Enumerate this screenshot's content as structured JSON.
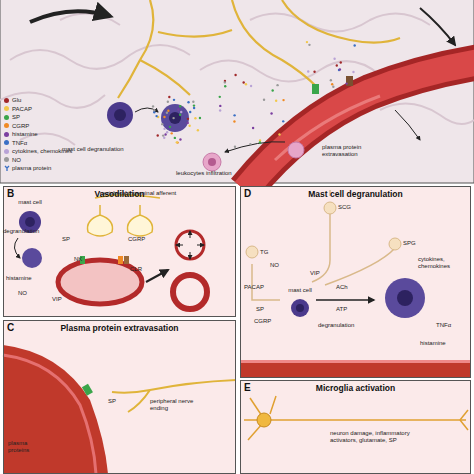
{
  "diagram": {
    "nodes": [
      {
        "text": [
          "B",
          "Vasodilation"
        ]
      },
      {
        "text": [
          "mast cell"
        ],
        "in": 0
      },
      {
        "text": [
          "D",
          "Mast cell degranulation"
        ]
      },
      {
        "text": [
          "mast cell"
        ],
        "in": 2
      },
      {
        "text": [
          "C",
          "Plasma protein extravasation"
        ]
      },
      {
        "text": [
          "E",
          "Microglia activation"
        ]
      }
    ],
    "labels": [
      "mast cell degranulation",
      "leukocytes infiltration",
      "plasma protein extravasation",
      "degranulation",
      "peripheral trigeminal afferent",
      "SP",
      "CGRP",
      "NK",
      "CLR",
      "histamine",
      "NO",
      "VIP",
      "SCG",
      "SPG",
      "TG",
      "NO",
      "PACAP",
      "VIP",
      "SP",
      "CGRP",
      "ACh",
      "ATP",
      "degranulation",
      "cytokines, chemokines",
      "TNFα",
      "histamine",
      "plasma proteins",
      "SP",
      "peripheral nerve ending",
      "neuron damage, inflammatory activators, glutamate, SP"
    ],
    "legend": [
      {
        "text": "Glu",
        "color": "#a0282a"
      },
      {
        "text": "PACAP",
        "color": "#f2c84b"
      },
      {
        "text": "SP",
        "color": "#3aa54a"
      },
      {
        "text": "CGRP",
        "color": "#f08a24"
      },
      {
        "text": "histamine",
        "color": "#7b3fa0"
      },
      {
        "text": "TNFα",
        "color": "#3a6fc4"
      },
      {
        "text": "cytokines, chemokines",
        "color": "#b9a3d6"
      },
      {
        "text": "NO",
        "color": "#9a9a9a"
      },
      {
        "text": "plasma protein"
      }
    ]
  }
}
